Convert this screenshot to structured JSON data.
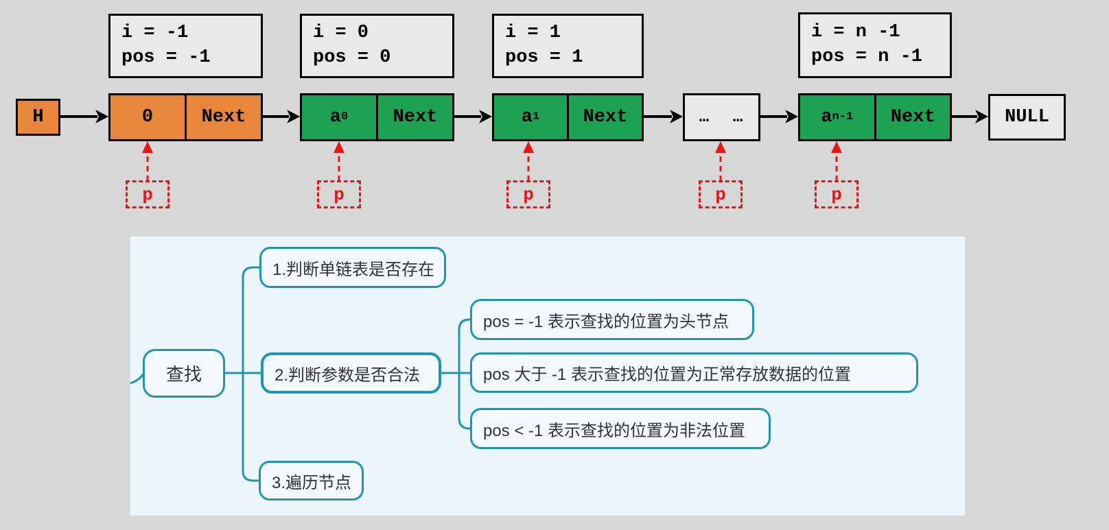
{
  "colors": {
    "background": "#d7d7d7",
    "node_orange": "#e8873b",
    "node_green": "#1da152",
    "node_gray": "#e9e9e9",
    "arrow_black": "#000000",
    "pointer_red": "#ec1313",
    "mindmap_teal": "#1d96b2",
    "mindmap_panel_bg": "#edf5fd"
  },
  "linked_list": {
    "head_label": "H",
    "null_label": "NULL",
    "ellipsis": "…  …",
    "pointer_label": "p",
    "nodes": [
      {
        "value": "0",
        "sub": "",
        "next": "Next",
        "info": [
          "i = -1",
          "pos = -1"
        ]
      },
      {
        "value": "a",
        "sub": "0",
        "next": "Next",
        "info": [
          "i = 0",
          "pos = 0"
        ]
      },
      {
        "value": "a",
        "sub": "1",
        "next": "Next",
        "info": [
          "i = 1",
          "pos = 1"
        ]
      },
      {
        "value": "a",
        "sub": "n-1",
        "next": "Next",
        "info": [
          "i = n -1",
          "pos = n -1"
        ]
      }
    ]
  },
  "mindmap": {
    "root": "查找",
    "branches": [
      {
        "label": "1.判断单链表是否存在",
        "children": []
      },
      {
        "label": "2.判断参数是否合法",
        "children": [
          "pos = -1 表示查找的位置为头节点",
          "pos 大于 -1 表示查找的位置为正常存放数据的位置",
          "pos < -1 表示查找的位置为非法位置"
        ]
      },
      {
        "label": "3.遍历节点",
        "children": []
      }
    ]
  }
}
